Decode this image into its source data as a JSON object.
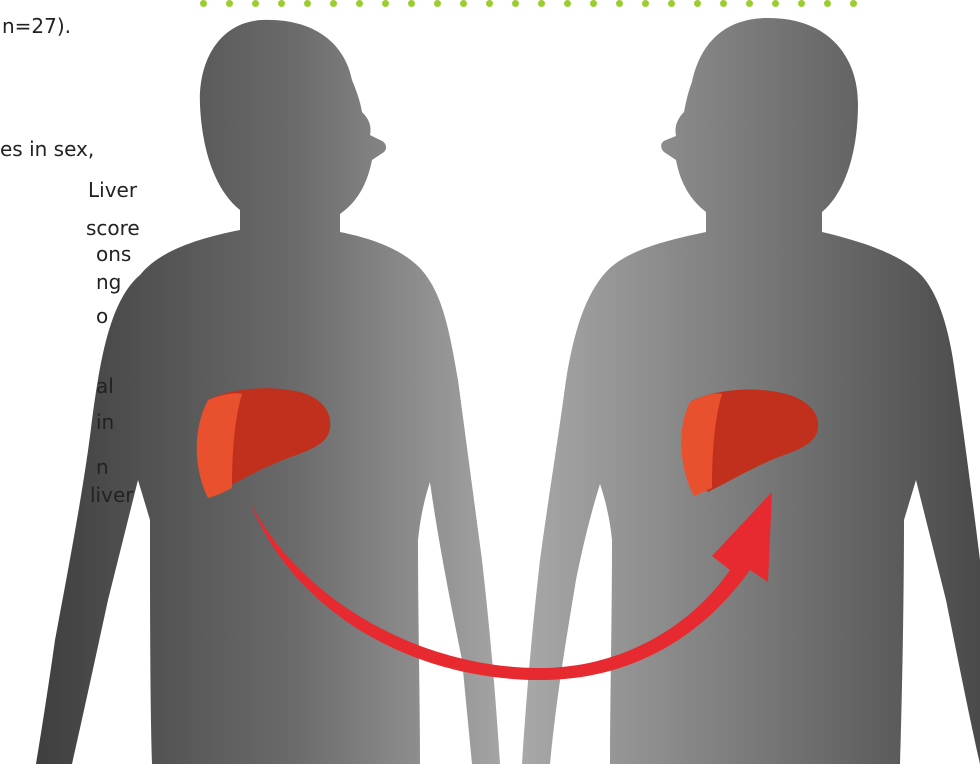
{
  "text_fragments": [
    "n=27).",
    "es in sex,",
    "Liver",
    "score",
    "ons",
    "ng",
    "o",
    "al",
    "in",
    "n",
    "liver"
  ],
  "colors": {
    "background": "#ffffff",
    "dots": "#9acd32",
    "silhouette_dark": "#3f3f3f",
    "silhouette_light": "#9a9a9a",
    "liver_main": "#c0301c",
    "liver_lobe": "#e8502e",
    "arrow": "#e62a2f"
  },
  "icons": {
    "left_body": "human-silhouette-icon",
    "right_body": "human-silhouette-icon",
    "left_liver": "liver-icon",
    "right_liver": "liver-icon",
    "transfer_arrow": "curved-arrow-icon",
    "dotted_border": "dotted-line-decoration"
  }
}
